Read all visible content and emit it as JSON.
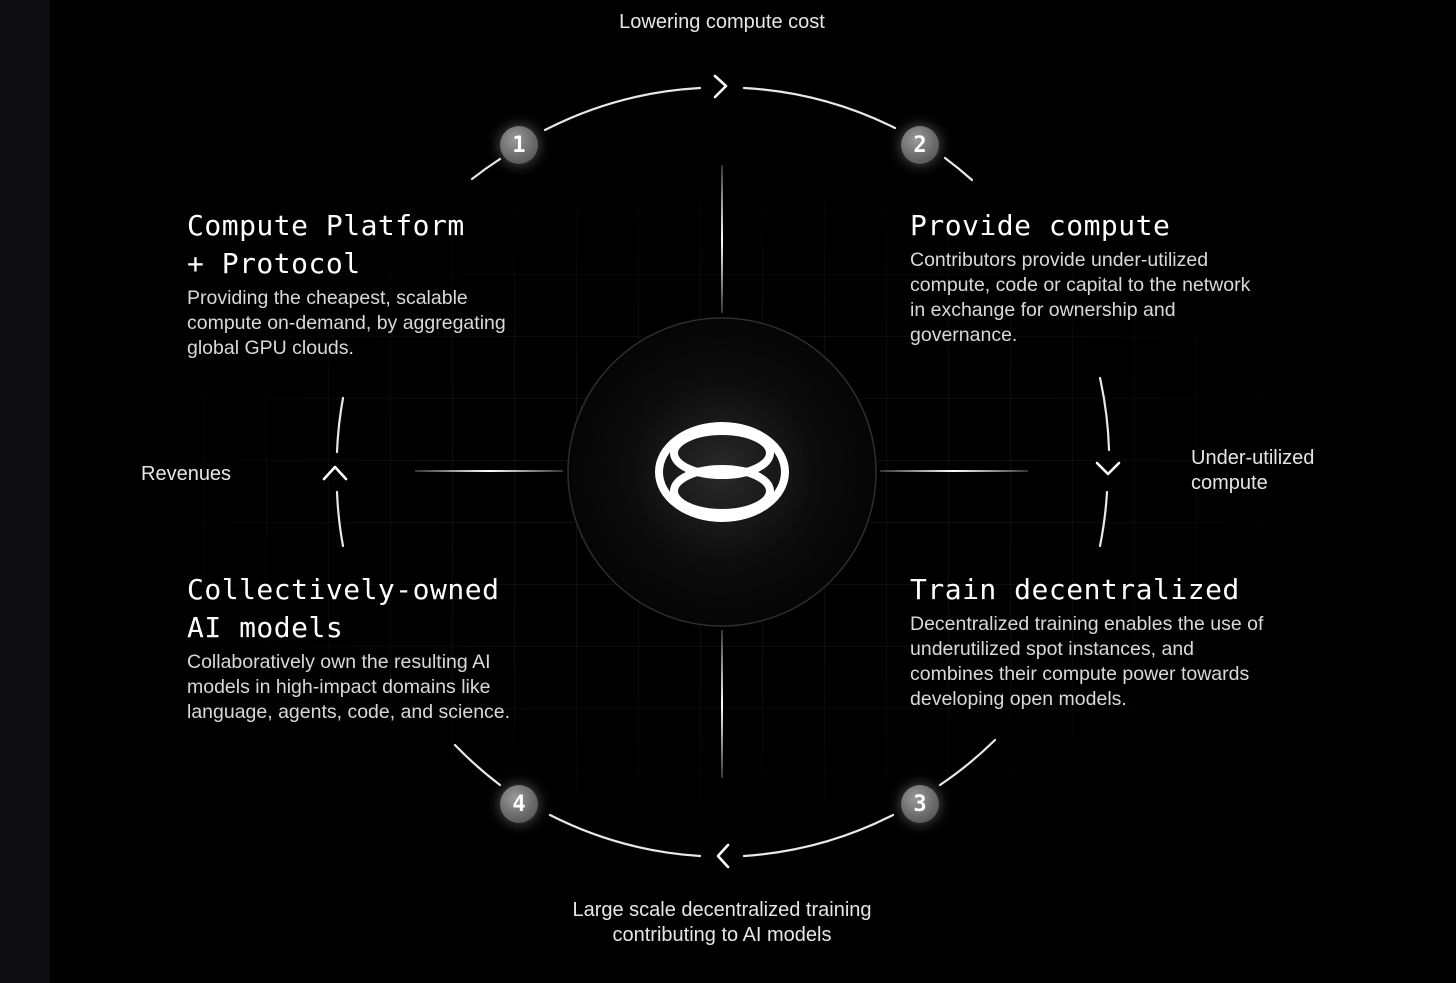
{
  "flow_labels": {
    "top": "Lowering compute cost",
    "right": "Under-utilized\ncompute",
    "bottom": "Large scale decentralized training\ncontributing to AI models",
    "left": "Revenues"
  },
  "steps": [
    {
      "number": "1",
      "title": "Compute Platform\n+ Protocol",
      "description": "Providing the cheapest, scalable compute on-demand, by aggregating global GPU clouds."
    },
    {
      "number": "2",
      "title": "Provide compute",
      "description": "Contributors provide under-utilized compute, code or capital to the network in exchange for ownership and governance."
    },
    {
      "number": "3",
      "title": "Train decentralized",
      "description": "Decentralized training enables the use of underutilized spot instances, and combines their compute power towards developing open models."
    },
    {
      "number": "4",
      "title": "Collectively-owned\nAI models",
      "description": "Collaboratively own the resulting AI models in high-impact domains like language, agents, code, and science."
    }
  ],
  "center_logo": "interlocking-rings-logo-icon",
  "colors": {
    "background": "#000000",
    "text": "#ffffff",
    "muted_text": "#d9d9d9",
    "badge": "#6a6a6a"
  }
}
